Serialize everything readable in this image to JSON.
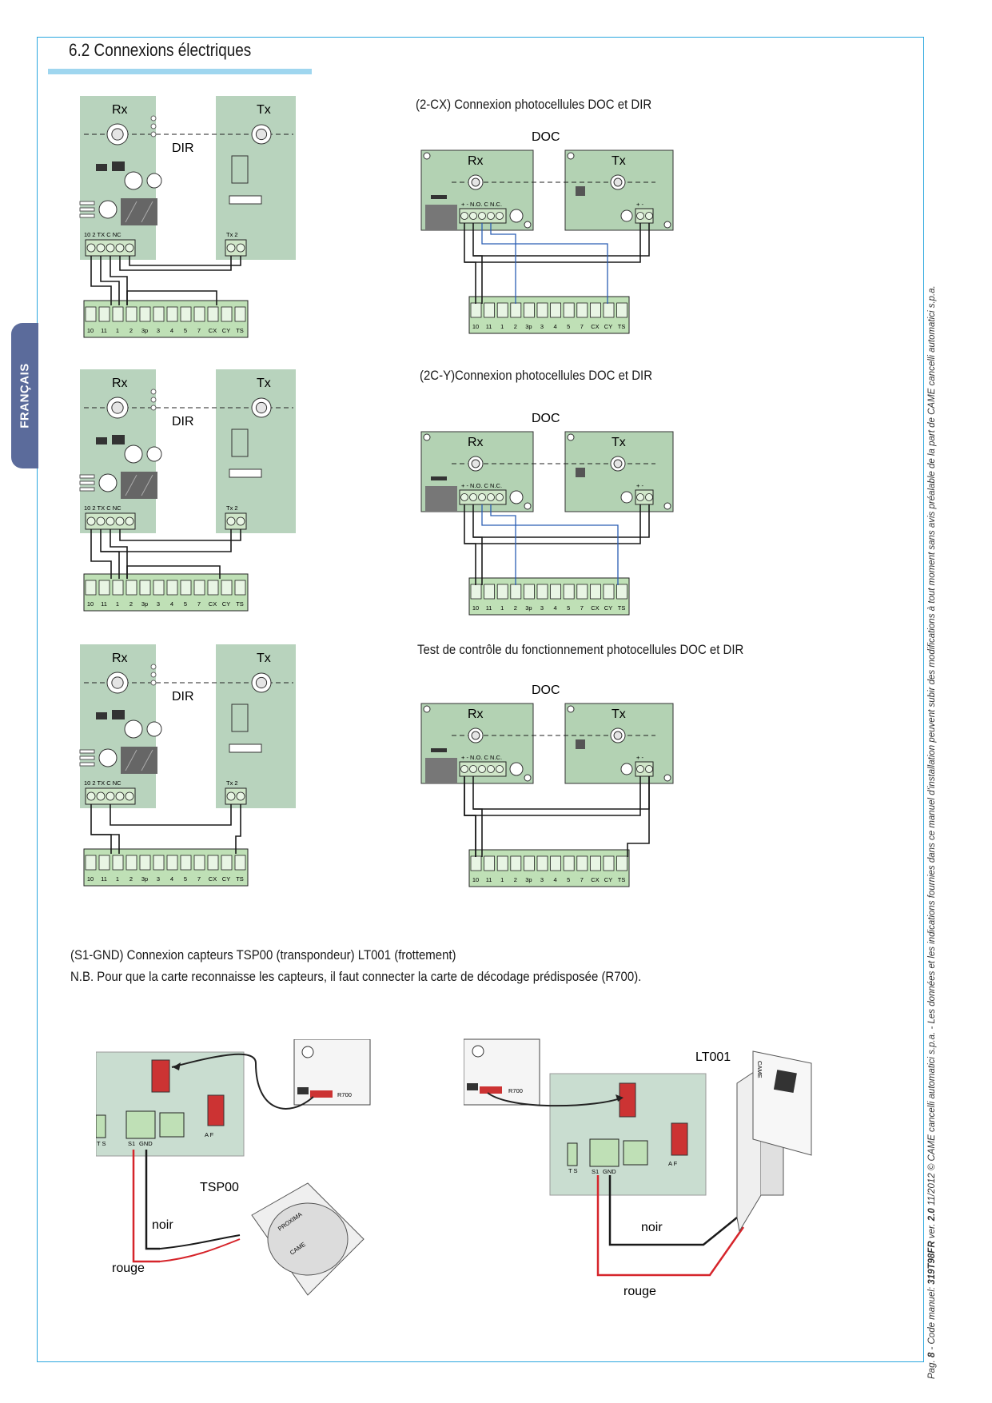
{
  "section": {
    "title": "6.2  Connexions électriques"
  },
  "sidebar": {
    "language": "FRANÇAIS"
  },
  "diagram_labels": {
    "rx": "Rx",
    "tx": "Tx",
    "dir": "DIR",
    "doc": "DOC",
    "rx_terminals": "10  2  TX  C  NC",
    "tx_terminals": "Tx  2",
    "doc_rx_terminals": "+ -  N.O.  C  N.C.",
    "doc_tx_terminals": "+ -",
    "board_terminals": [
      "10",
      "11",
      "1",
      "2",
      "3p",
      "3",
      "4",
      "5",
      "7",
      "CX",
      "CY",
      "TS"
    ]
  },
  "captions": {
    "cx": "(2-CX) Connexion photocellules DOC et DIR",
    "cy": "(2C-Y)Connexion photocellules DOC et DIR",
    "test": "Test de contrôle du fonctionnement photocellules DOC et DIR",
    "sensors_line1": "(S1-GND) Connexion capteurs TSP00 (transpondeur) LT001 (frottement)",
    "sensors_line2": "N.B. Pour que la carte reconnaisse les capteurs, il faut connecter la carte de décodage prédisposée (R700)."
  },
  "sensors": {
    "tsp": "TSP00",
    "lt": "LT001",
    "card": "R700",
    "black": "noir",
    "red": "rouge",
    "s1": "S1",
    "gnd": "GND",
    "af": "A F",
    "ts": "T S",
    "brand": "CAME",
    "logo": "PROXIMA"
  },
  "colors": {
    "frame": "#2aa7df",
    "title_bar": "#9fd6ef",
    "pcb": "#b8d3bd",
    "tab": "#5b6b9b",
    "wire_blue": "#2b5db3",
    "wire_red": "#d6252b"
  },
  "side_note": {
    "page_prefix": "Pag.",
    "page_num": "8",
    "code_prefix": " - Code manuel: ",
    "code": "319T98FR",
    "ver_prefix": " ver. ",
    "ver": "2.0",
    "rest": "  11/2012  © CAME cancelli automatici s.p.a.  - Les données et les indications fournies dans ce manuel d'installation peuvent subir des modifications à tout moment sans avis préalable de la part de CAME cancelli automatici s.p.a."
  }
}
